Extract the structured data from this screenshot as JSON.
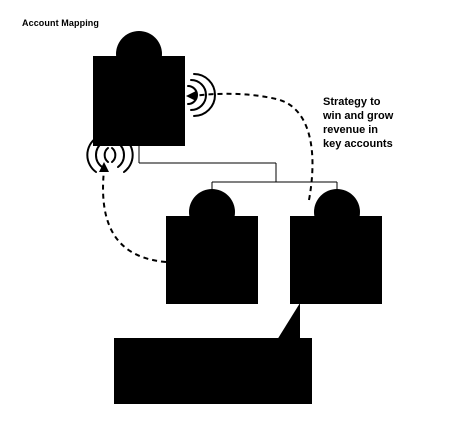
{
  "diagram": {
    "title": "Account Mapping",
    "strategy_lines": [
      "Strategy to",
      "win and grow",
      "revenue in",
      "key accounts"
    ]
  },
  "colors": {
    "ink": "#000000",
    "background": "#ffffff"
  },
  "icons": {
    "contact_figure": "person-icon",
    "signal_waves": "signal-icon",
    "speech_bubble": "speech-bubble-icon"
  }
}
